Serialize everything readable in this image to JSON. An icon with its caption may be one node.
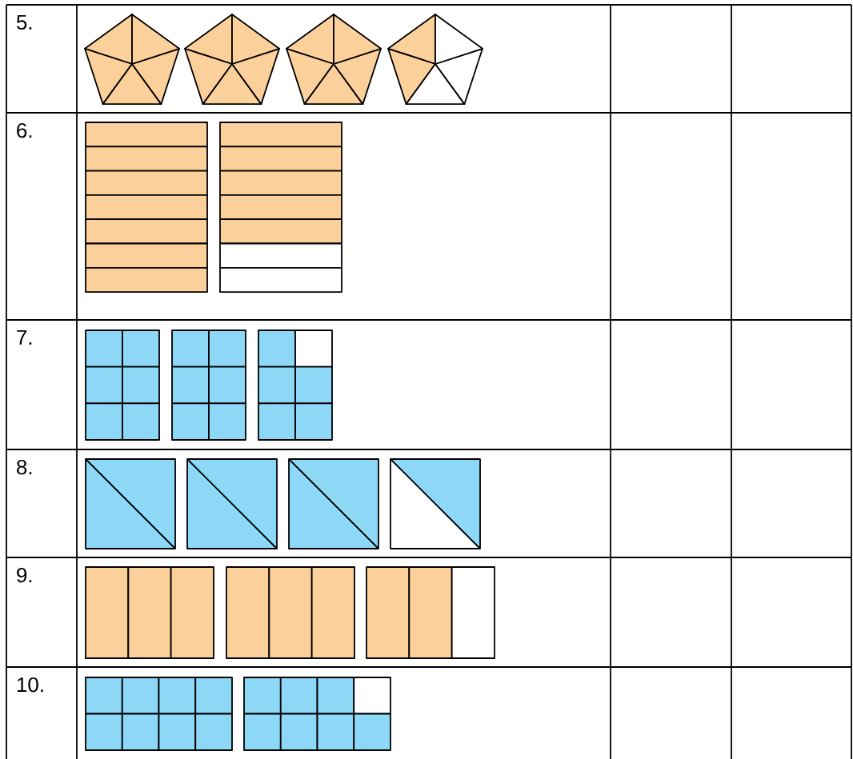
{
  "diagram": {
    "labels": [
      "5.",
      "6.",
      "7.",
      "8.",
      "9.",
      "10."
    ]
  }
}
